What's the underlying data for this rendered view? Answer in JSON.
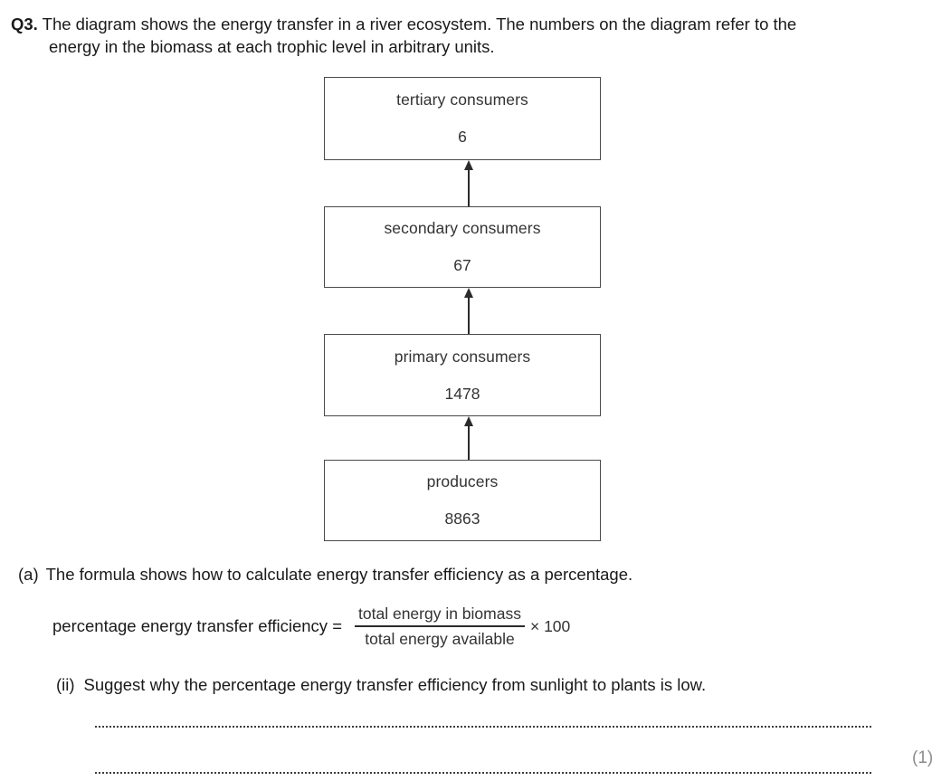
{
  "question": {
    "number": "Q3.",
    "line1": "The diagram shows the energy transfer in a river ecosystem. The numbers on the diagram refer to the",
    "line2": "energy in the biomass at each trophic level in arbitrary units."
  },
  "diagram": {
    "levels": [
      {
        "label": "tertiary consumers",
        "value": "6"
      },
      {
        "label": "secondary consumers",
        "value": "67"
      },
      {
        "label": "primary consumers",
        "value": "1478"
      },
      {
        "label": "producers",
        "value": "8863"
      }
    ],
    "arrow_count": 3,
    "arrow_direction": "up"
  },
  "part_a": {
    "label": "(a)",
    "text": "The formula shows how to calculate energy transfer efficiency as a percentage."
  },
  "formula": {
    "lhs": "percentage energy transfer efficiency =",
    "numerator": "total energy in biomass",
    "denominator": "total energy available",
    "multiplier": "× 100"
  },
  "part_ii": {
    "label": "(ii)",
    "text": "Suggest why the percentage energy transfer efficiency from sunlight to plants is low."
  },
  "answer_lines": 2,
  "marks": "(1)",
  "colors": {
    "text": "#1a1a1a",
    "diagram_text": "#333333",
    "box_border": "#4a4a4a",
    "arrow": "#2b2b2b",
    "dotted_line": "#3c3c3c",
    "marks": "#8e8e8e",
    "background": "#ffffff"
  }
}
